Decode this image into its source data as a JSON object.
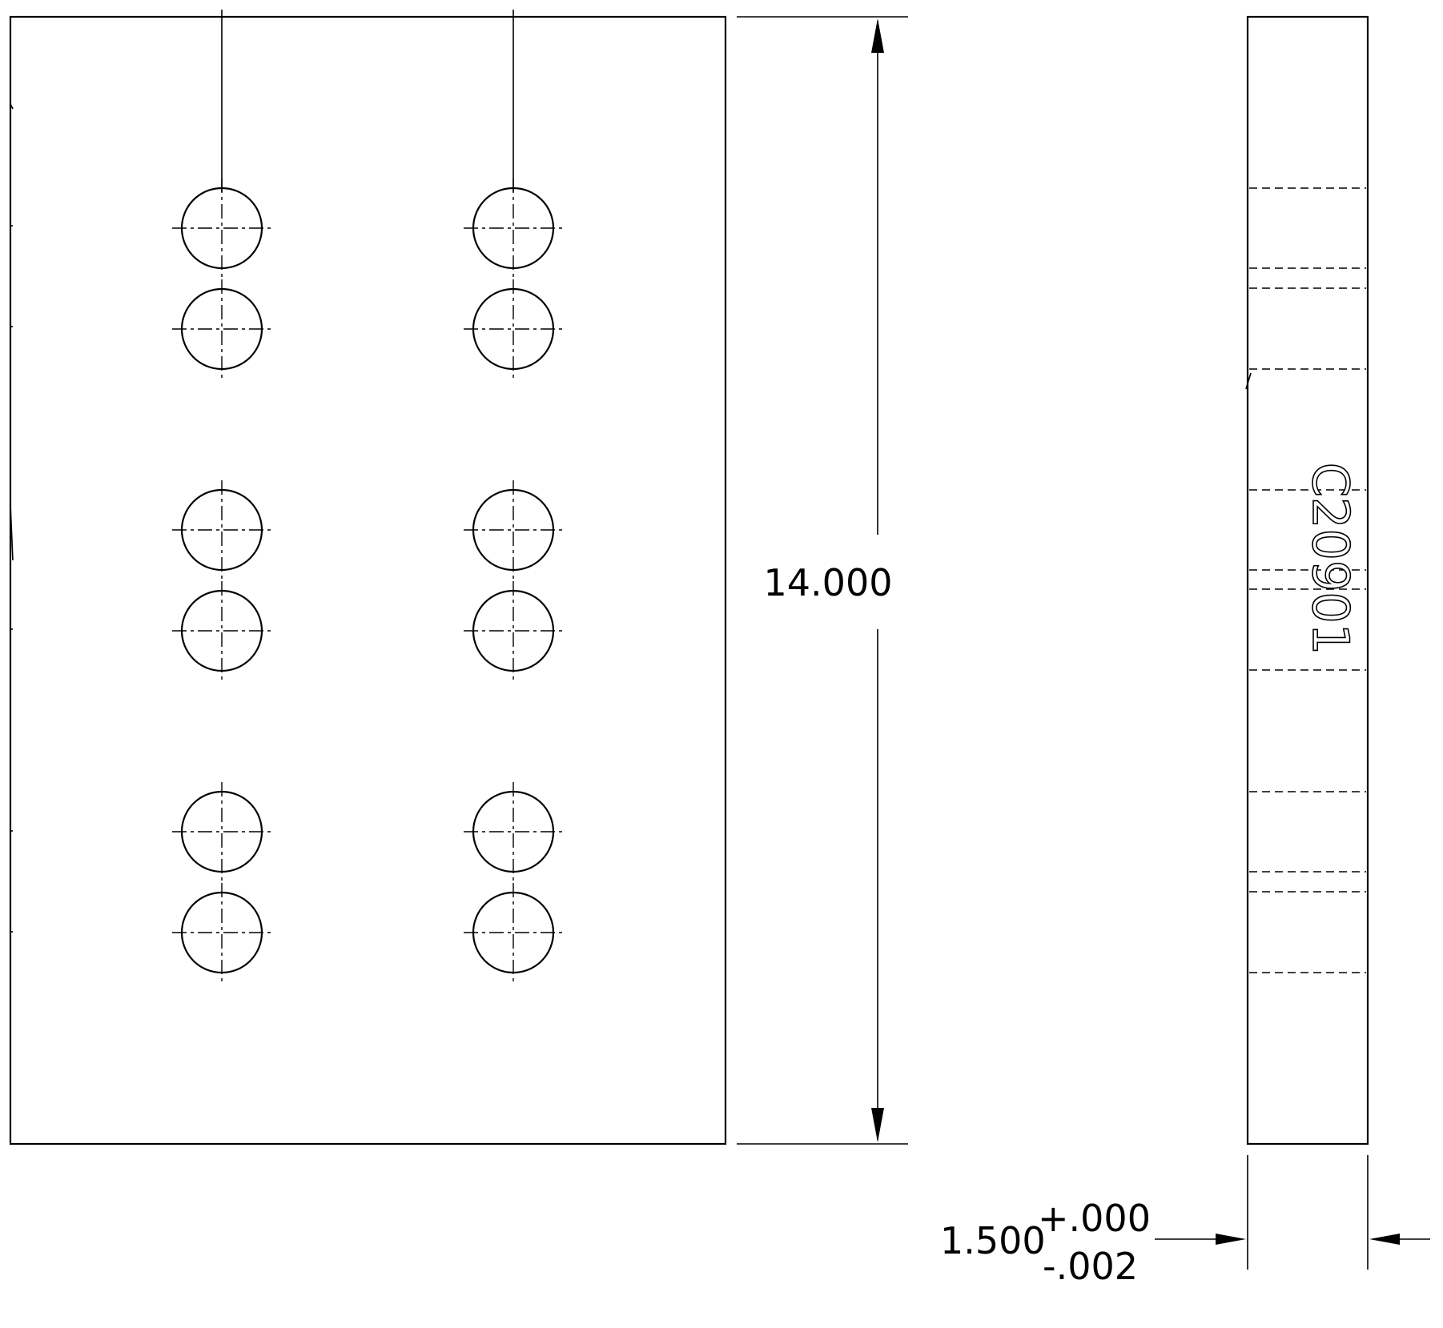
{
  "dimensions": {
    "height_value": "14.000",
    "thickness_value": "1.500",
    "thickness_tol_upper": "+.000",
    "thickness_tol_lower": "-.002"
  },
  "engraving": {
    "part_number": "C20901"
  },
  "holes": {
    "columns": 2,
    "pairs_per_column": 3,
    "holes_per_pair": 2,
    "total": 12
  }
}
